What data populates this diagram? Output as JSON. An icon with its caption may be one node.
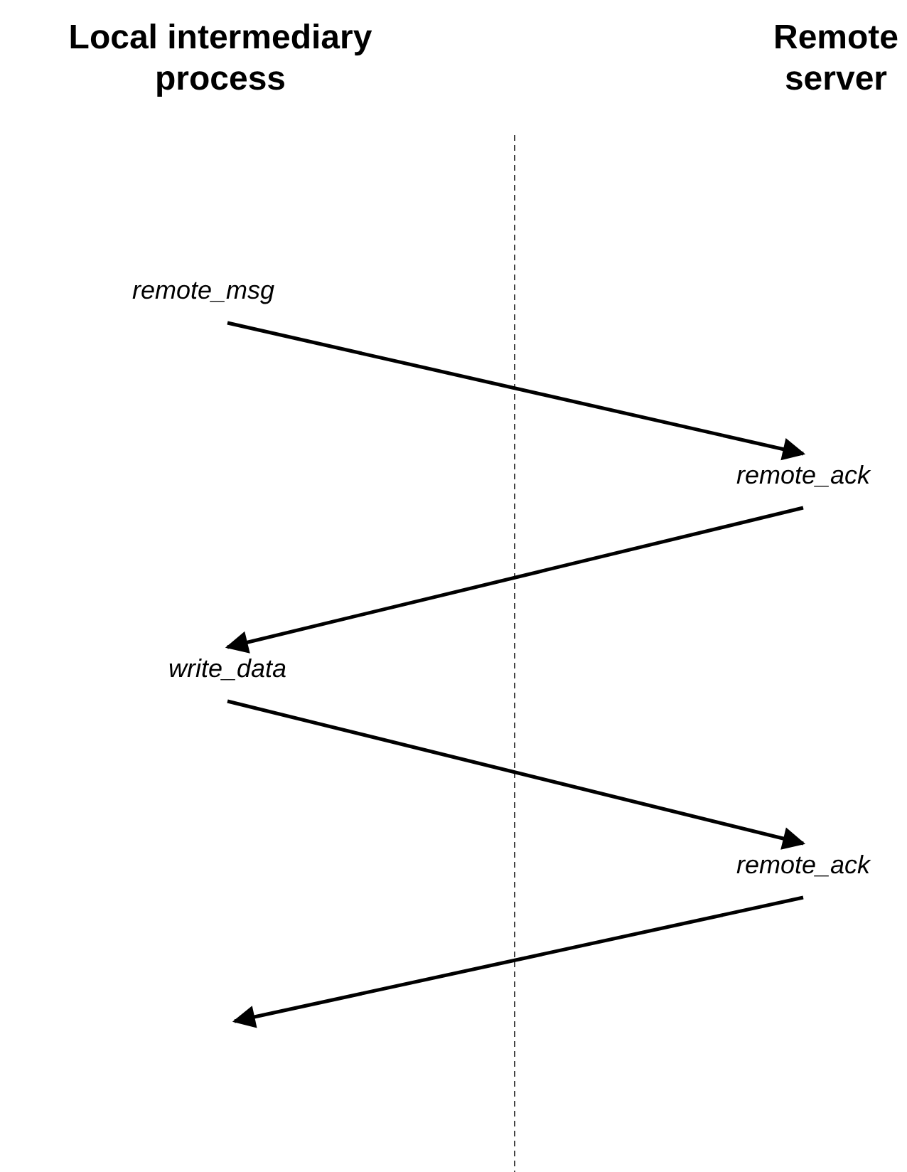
{
  "diagram": {
    "nodes": [
      {
        "text": [
          "remote_msg"
        ]
      },
      {
        "text": [
          "remote_ack"
        ]
      },
      {
        "text": [
          "write_data"
        ]
      },
      {
        "text": [
          "remote_ack"
        ]
      }
    ],
    "edges": [
      {
        "from": 0,
        "to": 1,
        "arrow": "to"
      },
      {
        "from": 1,
        "to": 2,
        "arrow": "to"
      },
      {
        "from": 2,
        "to": 3,
        "arrow": "to"
      },
      {
        "from": 3,
        "to": null,
        "arrow": "to"
      }
    ],
    "labels": [
      "Local intermediary process",
      "Remote server"
    ]
  }
}
